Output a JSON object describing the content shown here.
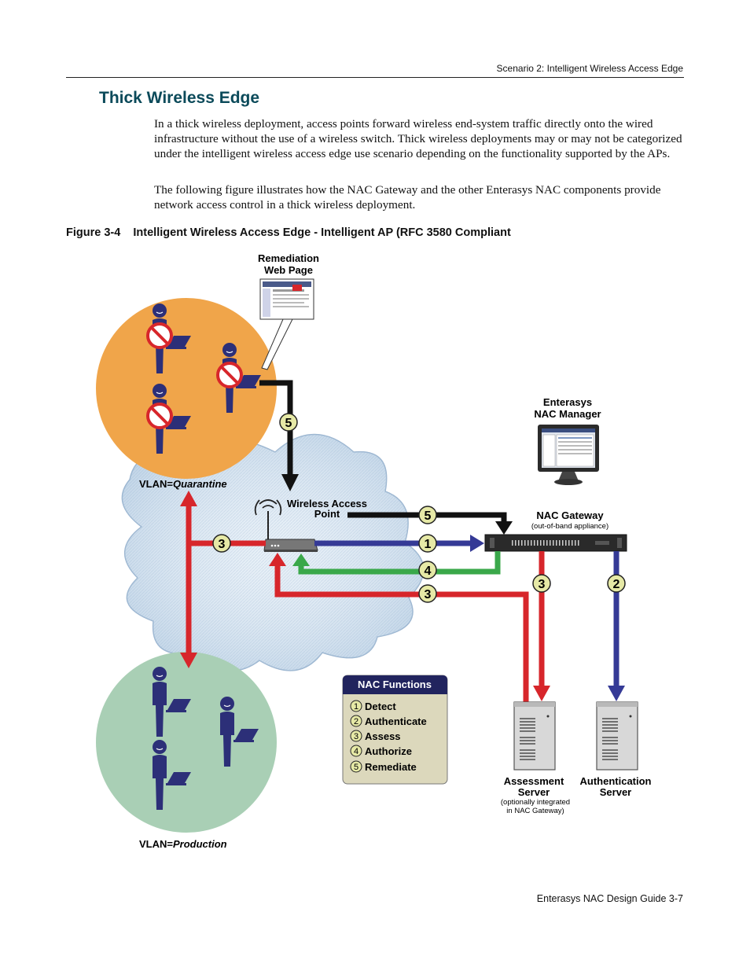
{
  "header": {
    "running_title": "Scenario 2: Intelligent Wireless Access Edge"
  },
  "section": {
    "title": "Thick Wireless Edge"
  },
  "paragraphs": [
    "In a thick wireless deployment, access points forward wireless end-system traffic directly onto the wired infrastructure without the use of a wireless switch. Thick wireless deployments may or may not be categorized under the intelligent wireless access edge use scenario depending on the functionality supported by the APs.",
    "The following figure illustrates how the NAC Gateway and the other Enterasys NAC components provide network access control in a thick wireless deployment."
  ],
  "figure": {
    "caption": "Figure 3-4    Intelligent Wireless Access Edge - Intelligent AP (RFC 3580 Compliant",
    "remediation": {
      "line1": "Remediation",
      "line2": "Web Page"
    },
    "manager": {
      "line1": "Enterasys",
      "line2": "NAC Manager"
    },
    "vlan_quarantine": {
      "prefix": "VLAN=",
      "name": "Quarantine"
    },
    "vlan_production": {
      "prefix": "VLAN=",
      "name": "Production"
    },
    "access_point": {
      "line1": "Wireless Access",
      "line2": "Point"
    },
    "gateway": {
      "title": "NAC Gateway",
      "subtitle": "(out-of-band appliance)"
    },
    "assessment": {
      "line1": "Assessment",
      "line2": "Server",
      "note1": "(optionally integrated",
      "note2": "in NAC Gateway)"
    },
    "authentication": {
      "line1": "Authentication",
      "line2": "Server"
    },
    "badges": {
      "remediate": "5",
      "detect": "1",
      "authenticate": "2",
      "assess": "3",
      "authorize": "4"
    },
    "functions": {
      "title": "NAC Functions",
      "items": [
        {
          "num": "1",
          "label": "Detect"
        },
        {
          "num": "2",
          "label": "Authenticate"
        },
        {
          "num": "3",
          "label": "Assess"
        },
        {
          "num": "4",
          "label": "Authorize"
        },
        {
          "num": "5",
          "label": "Remediate"
        }
      ]
    },
    "colors": {
      "red": "#d7262b",
      "blue": "#353a96",
      "green": "#3aa84a",
      "black": "#111111",
      "quarantine": "#f0a54a",
      "production": "#a9cfb5",
      "badge": "#e6e9a6",
      "functions_bg": "#dcd8bc",
      "functions_header": "#21245e",
      "person": "#2c2f78"
    }
  },
  "footer": {
    "text": "Enterasys NAC Design Guide    3-7"
  }
}
